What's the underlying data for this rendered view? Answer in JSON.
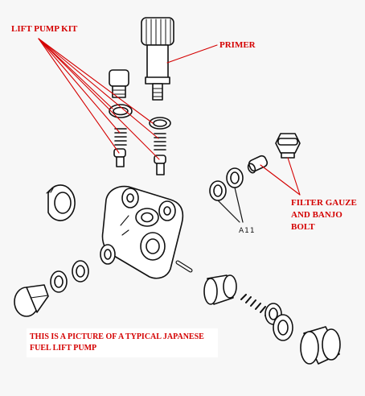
{
  "labels": {
    "lift_pump_kit": "LIFT PUMP KIT",
    "primer": "PRIMER",
    "filter_gauze": "FILTER GAUZE AND BANJO BOLT",
    "all": "A11"
  },
  "caption": "THIS IS A PICTURE OF A TYPICAL JAPANESE FUEL LIFT PUMP",
  "colors": {
    "label": "#d40000",
    "line": "#111111",
    "caption_bg": "#ffffff"
  }
}
